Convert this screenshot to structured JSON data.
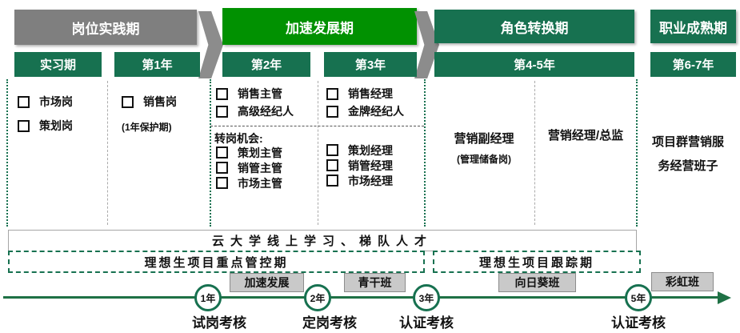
{
  "colors": {
    "dark_green": "#177150",
    "bright_green": "#019101",
    "header_gray": "#7F7F7F",
    "class_box_gray": "#C9C9C9",
    "timeline_green": "#1F7145"
  },
  "stages": [
    {
      "label": "岗位实践期"
    },
    {
      "label": "加速发展期"
    },
    {
      "label": "角色转换期"
    },
    {
      "label": "职业成熟期"
    }
  ],
  "year_boxes": [
    "实习期",
    "第1年",
    "第2年",
    "第3年",
    "第4-5年",
    "第6-7年"
  ],
  "col_internship": {
    "items": [
      "市场岗",
      "策划岗"
    ]
  },
  "col_year1": {
    "item": "销售岗",
    "note": "(1年保护期)"
  },
  "col_year2": {
    "promo": [
      "销售主管",
      "高级经纪人"
    ],
    "transfer_title": "转岗机会:",
    "transfer": [
      "策划主管",
      "销管主管",
      "市场主管"
    ]
  },
  "col_year3": {
    "promo": [
      "销售经理",
      "金牌经纪人"
    ],
    "transfer": [
      "策划经理",
      "销管经理",
      "市场经理"
    ]
  },
  "col_year45": {
    "role_a": "营销副经理",
    "role_a_note": "(管理储备岗)",
    "role_b": "营销经理/总监"
  },
  "col_year67": {
    "line1": "项目群营销服",
    "line2": "务经营班子"
  },
  "bands": {
    "cloud": "云大学线上学习、梯队人才",
    "control": "理想生项目重点管控期",
    "tracking": "理想生项目跟踪期"
  },
  "timeline": {
    "classes": [
      "加速发展",
      "青干班",
      "向日葵班",
      "彩虹班"
    ],
    "milestones": [
      {
        "year": "1年",
        "label": "试岗考核"
      },
      {
        "year": "2年",
        "label": "定岗考核"
      },
      {
        "year": "3年",
        "label": "认证考核"
      },
      {
        "year": "5年",
        "label": "认证考核"
      }
    ]
  }
}
